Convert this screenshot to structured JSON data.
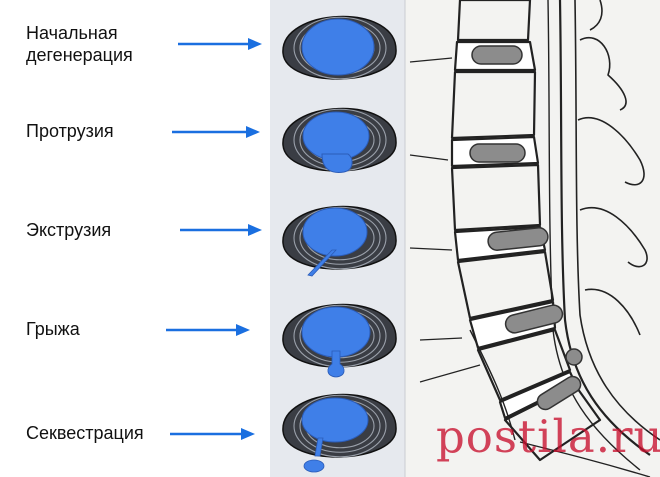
{
  "stages": [
    {
      "label": "Начальная\nдегенерация"
    },
    {
      "label": "Протрузия"
    },
    {
      "label": "Экструзия"
    },
    {
      "label": "Грыжа"
    },
    {
      "label": "Секвестрация"
    }
  ],
  "watermark": "postila.ru",
  "colors": {
    "arrow": "#1a6fe0",
    "nucleus": "#3f7fe8",
    "disc_dark": "#3a3d44",
    "disc_ring": "#9aa0aa",
    "panel_bg": "#e6e9ee",
    "spine_bg": "#f3f3f1",
    "spine_disc": "#8c8c8c",
    "watermark": "#c8102e"
  },
  "icons": [
    "arrow-right-icon",
    "disc-cross-section",
    "spine-sagittal-illustration",
    "postila-watermark-logo"
  ]
}
